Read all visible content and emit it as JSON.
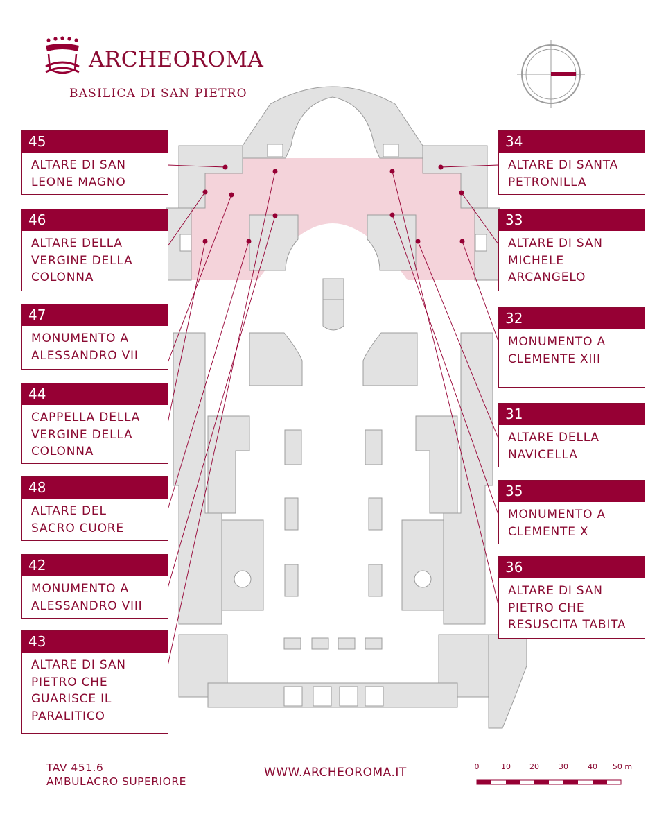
{
  "header": {
    "brand": "ARCHEOROMA",
    "subtitle": "BASILICA DI SAN PIETRO"
  },
  "colors": {
    "accent": "#960034",
    "wall_fill": "#e2e2e2",
    "wall_stroke": "#9c9c9c",
    "highlight": "#f4d3da"
  },
  "icons": [
    "logo-crown-icon",
    "compass-icon"
  ],
  "labels_left": [
    {
      "number": "45",
      "name": "ALTARE DI SAN\nLEONE MAGNO"
    },
    {
      "number": "46",
      "name": "ALTARE DELLA\nVERGINE DELLA\nCOLONNA"
    },
    {
      "number": "47",
      "name": "MONUMENTO A\nALESSANDRO VII"
    },
    {
      "number": "44",
      "name": "CAPPELLA DELLA\nVERGINE DELLA\nCOLONNA"
    },
    {
      "number": "48",
      "name": "ALTARE DEL\nSACRO CUORE"
    },
    {
      "number": "42",
      "name": "MONUMENTO A\nALESSANDRO VIII"
    },
    {
      "number": "43",
      "name": "ALTARE DI SAN\nPIETRO CHE\nGUARISCE IL\nPARALITICO"
    }
  ],
  "labels_right": [
    {
      "number": "34",
      "name": "ALTARE DI SANTA\nPETRONILLA"
    },
    {
      "number": "33",
      "name": "ALTARE DI SAN\nMICHELE\nARCANGELO"
    },
    {
      "number": "32",
      "name": "MONUMENTO A\nCLEMENTE XIII"
    },
    {
      "number": "31",
      "name": "ALTARE DELLA\nNAVICELLA"
    },
    {
      "number": "35",
      "name": "MONUMENTO A\nCLEMENTE X"
    },
    {
      "number": "36",
      "name": "ALTARE DI SAN\nPIETRO CHE\nRESUSCITA TABITA"
    }
  ],
  "footer": {
    "plate": "TAV 451.6",
    "level": "AMBULACRO SUPERIORE",
    "website": "WWW.ARCHEOROMA.IT"
  },
  "scale_bar": {
    "ticks": [
      "0",
      "10",
      "20",
      "30",
      "40"
    ],
    "last_tick": "50 m"
  }
}
